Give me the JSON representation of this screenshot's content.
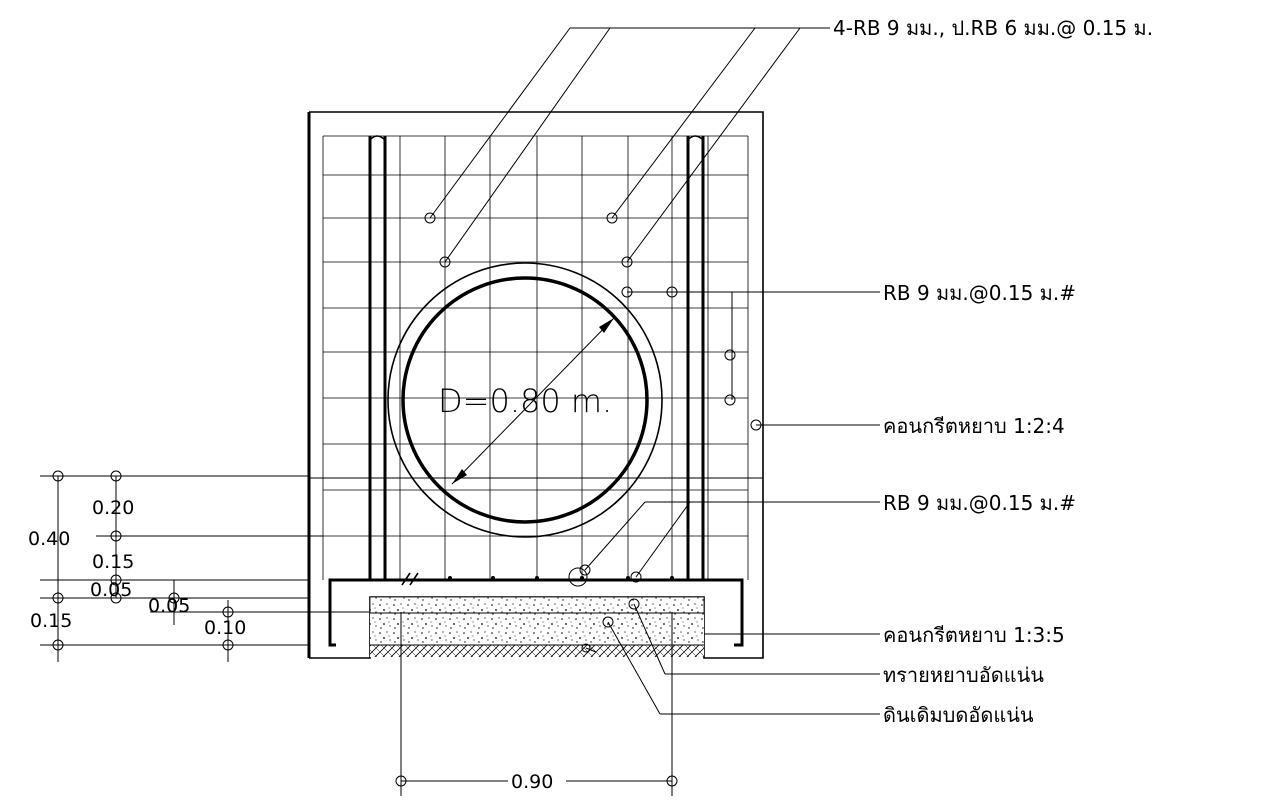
{
  "pipe": {
    "diameter_label": "D=0.80  m."
  },
  "callouts": {
    "stirrups": "4-RB 9 มม., ป.RB 6 มม.@ 0.15 ม.",
    "mesh_top": "RB 9 มม.@0.15 ม.#",
    "concrete_top": "คอนกรีตหยาบ 1:2:4",
    "mesh_bottom": "RB 9 มม.@0.15 ม.#",
    "lean_concrete": "คอนกรีตหยาบ 1:3:5",
    "sand": "ทรายหยาบอัดแน่น",
    "soil": "ดินเดิมบดอัดแน่น"
  },
  "dimensions": {
    "d1": "0.20",
    "d2": "0.40",
    "d3": "0.15",
    "d4": "0.05",
    "d5": "0.05",
    "d6": "0.15",
    "d7": "0.10",
    "bottom_width": "0.90"
  }
}
